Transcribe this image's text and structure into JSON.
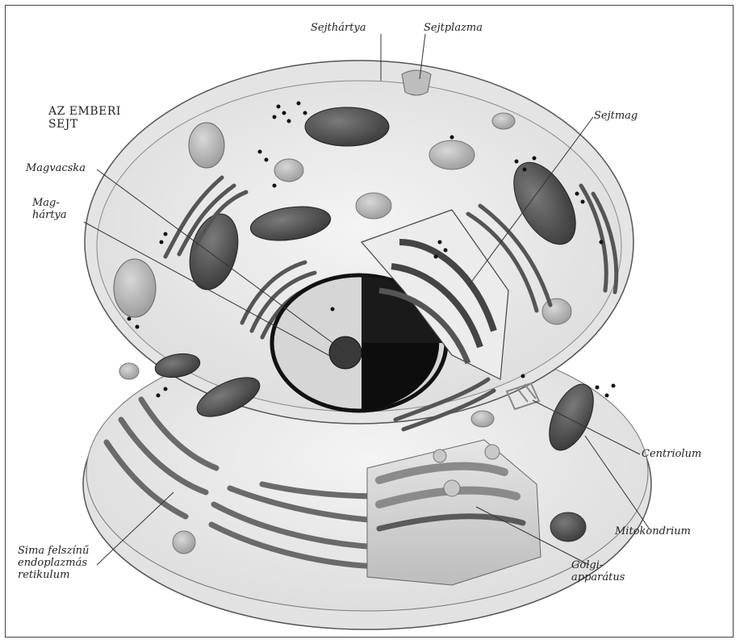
{
  "title_lines": [
    "AZ EMBERI",
    "SEJT"
  ],
  "labels": {
    "sejthartya": "Sejthártya",
    "sejtplazma": "Sejtplazma",
    "sejtmag": "Sejtmag",
    "magvacska": "Magvacska",
    "maghartya_1": "Mag-",
    "maghartya_2": "hártya",
    "centriolum": "Centriolum",
    "mitokondrium": "Mitokondrium",
    "golgi_1": "Golgi-",
    "golgi_2": "apparátus",
    "er_1": "Sima felszínű",
    "er_2": "endoplazmás",
    "er_3": "retikulum"
  }
}
